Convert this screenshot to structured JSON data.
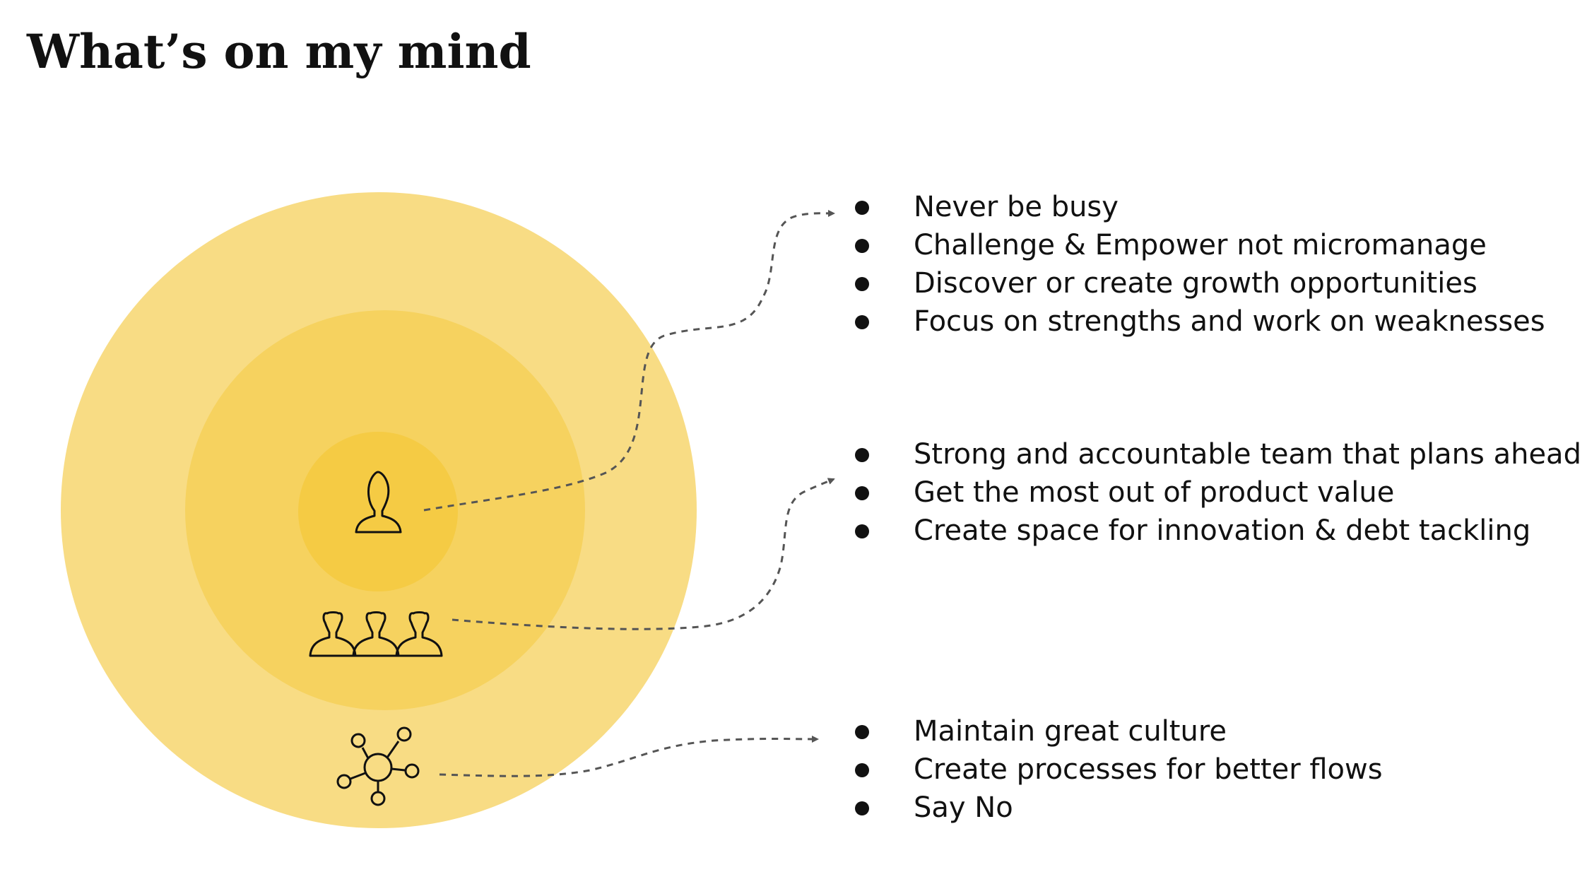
{
  "title": "What’s on my mind",
  "colors": {
    "outer_ring": "#f8dc84",
    "middle_ring": "#f6d25f",
    "inner_ring": "#f5cb44",
    "icon_stroke": "#111111",
    "connector": "#555555",
    "text": "#111111"
  },
  "icons": {
    "inner": "person-icon",
    "middle": "team-icon",
    "outer": "network-icon"
  },
  "groups": [
    {
      "icon": "person-icon",
      "items": [
        "Never be busy",
        "Challenge & Empower not micromanage",
        "Discover or create growth opportunities",
        "Focus on strengths and work on weaknesses"
      ]
    },
    {
      "icon": "team-icon",
      "items": [
        "Strong and accountable team that plans ahead",
        "Get the most out of product value",
        "Create space for innovation & debt tackling"
      ]
    },
    {
      "icon": "network-icon",
      "items": [
        "Maintain great culture",
        "Create processes for better flows",
        "Say No"
      ]
    }
  ]
}
